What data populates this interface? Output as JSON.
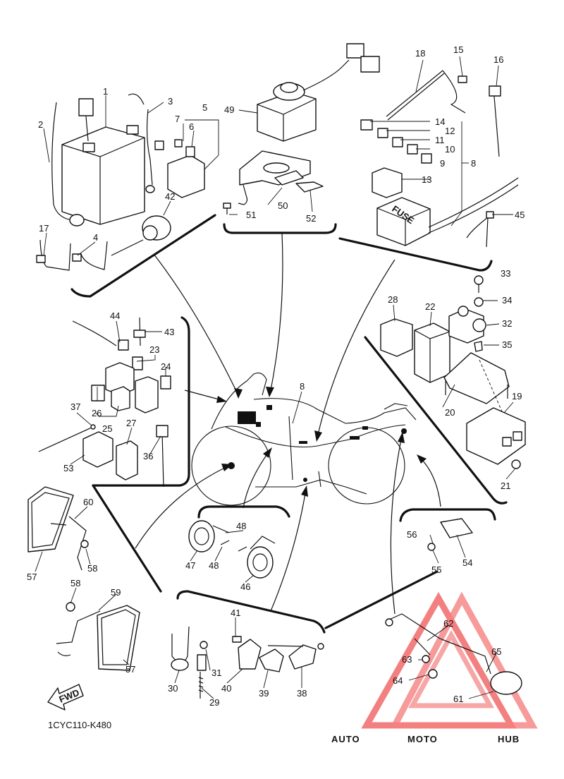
{
  "diagram_code": "1CYC110-K480",
  "fwd_label": "FWD",
  "fuse_box_text": "FUSE",
  "watermark": {
    "part1": "AUTO",
    "part2": "MOTO",
    "part3": "HUB"
  },
  "callouts": {
    "c1": "1",
    "c2": "2",
    "c3": "3",
    "c4": "4",
    "c5": "5",
    "c6": "6",
    "c7": "7",
    "c8a": "8",
    "c8b": "8",
    "c9": "9",
    "c10": "10",
    "c11": "11",
    "c12": "12",
    "c13": "13",
    "c14": "14",
    "c15": "15",
    "c16": "16",
    "c17": "17",
    "c18": "18",
    "c19": "19",
    "c20": "20",
    "c21": "21",
    "c22": "22",
    "c23": "23",
    "c24": "24",
    "c25": "25",
    "c26": "26",
    "c27": "27",
    "c28": "28",
    "c29": "29",
    "c30": "30",
    "c31": "31",
    "c32": "32",
    "c33": "33",
    "c34": "34",
    "c35": "35",
    "c36": "36",
    "c37": "37",
    "c38": "38",
    "c39": "39",
    "c40": "40",
    "c41": "41",
    "c42": "42",
    "c43": "43",
    "c44": "44",
    "c45": "45",
    "c46": "46",
    "c47": "47",
    "c48a": "48",
    "c48b": "48",
    "c49": "49",
    "c50": "50",
    "c51": "51",
    "c52": "52",
    "c53": "53",
    "c54": "54",
    "c55": "55",
    "c56": "56",
    "c57a": "57",
    "c57b": "57",
    "c58a": "58",
    "c58b": "58",
    "c59": "59",
    "c60": "60",
    "c61": "61",
    "c62": "62",
    "c63": "63",
    "c64": "64",
    "c65": "65"
  },
  "colors": {
    "line": "#111111",
    "watermark_triangle": "#f26b6b",
    "watermark_orange": "#f7b470",
    "watermark_gray": "#5c5c5c"
  }
}
